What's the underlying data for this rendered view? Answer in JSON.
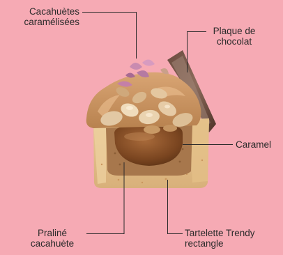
{
  "labels": {
    "cacahuetes": {
      "line1": "Cacahuètes",
      "line2": "caramélisées"
    },
    "plaque": {
      "line1": "Plaque de",
      "line2": "chocolat"
    },
    "caramel": {
      "line1": "Caramel"
    },
    "praline": {
      "line1": "Praliné",
      "line2": "cacahuète"
    },
    "tartelette": {
      "line1": "Tartelette Trendy",
      "line2": "rectangle"
    }
  },
  "colors": {
    "background": "#f6aab4",
    "leader_line": "#2a2a2a",
    "label_text": "#2a2a2a"
  }
}
